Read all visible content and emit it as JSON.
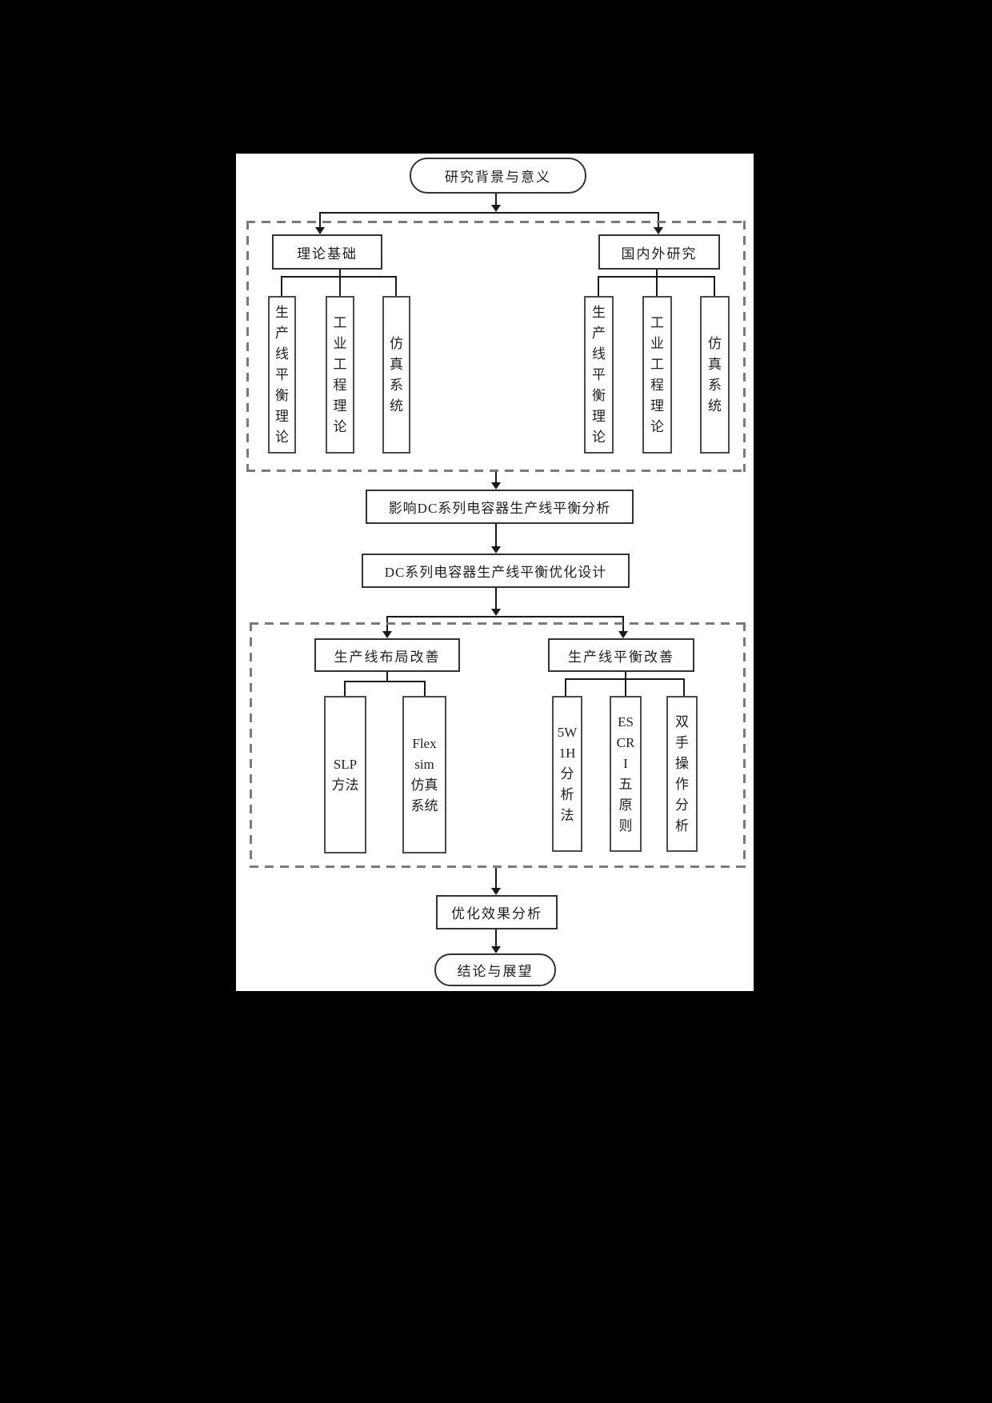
{
  "colors": {
    "canvas_bg": "#000000",
    "page_bg": "#ffffff",
    "line": "#1a1a1a",
    "border": "#333333",
    "border_light": "#4b4b4b",
    "dash": "#7a7a7a",
    "text": "#1f1f1f"
  },
  "flowchart": {
    "start": {
      "label": "研究背景与意义"
    },
    "section1": {
      "theory": {
        "label": "理论基础",
        "children": [
          {
            "name": "line-balance-theory",
            "lines": [
              "生",
              "产",
              "线",
              "平",
              "衡",
              "理",
              "论"
            ]
          },
          {
            "name": "industrial-engineering-theory",
            "lines": [
              "工",
              "业",
              "工",
              "程",
              "理",
              "论"
            ]
          },
          {
            "name": "simulation-system",
            "lines": [
              "仿",
              "真",
              "系",
              "统"
            ]
          }
        ]
      },
      "research": {
        "label": "国内外研究",
        "children": [
          {
            "name": "line-balance-theory",
            "lines": [
              "生",
              "产",
              "线",
              "平",
              "衡",
              "理",
              "论"
            ]
          },
          {
            "name": "industrial-engineering-theory",
            "lines": [
              "工",
              "业",
              "工",
              "程",
              "理",
              "论"
            ]
          },
          {
            "name": "simulation-system",
            "lines": [
              "仿",
              "真",
              "系",
              "统"
            ]
          }
        ]
      }
    },
    "analysis": {
      "label": "影响DC系列电容器生产线平衡分析"
    },
    "design": {
      "label": "DC系列电容器生产线平衡优化设计"
    },
    "section2": {
      "layout": {
        "label": "生产线布局改善",
        "children": [
          {
            "name": "slp-method",
            "lines": [
              "SLP",
              "方法"
            ]
          },
          {
            "name": "flexsim-simulation-system",
            "lines": [
              "Flex",
              "sim",
              "仿真",
              "系统"
            ]
          }
        ]
      },
      "balance": {
        "label": "生产线平衡改善",
        "children": [
          {
            "name": "5w1h-analysis-method",
            "lines": [
              "5W",
              "1H",
              "分",
              "析",
              "法"
            ]
          },
          {
            "name": "escri-five-principles",
            "lines": [
              "ES",
              "CR",
              "I",
              "五",
              "原",
              "则"
            ]
          },
          {
            "name": "two-hand-operation-analysis",
            "lines": [
              "双",
              "手",
              "操",
              "作",
              "分",
              "析"
            ]
          }
        ]
      }
    },
    "effect": {
      "label": "优化效果分析"
    },
    "end": {
      "label": "结论与展望"
    }
  }
}
